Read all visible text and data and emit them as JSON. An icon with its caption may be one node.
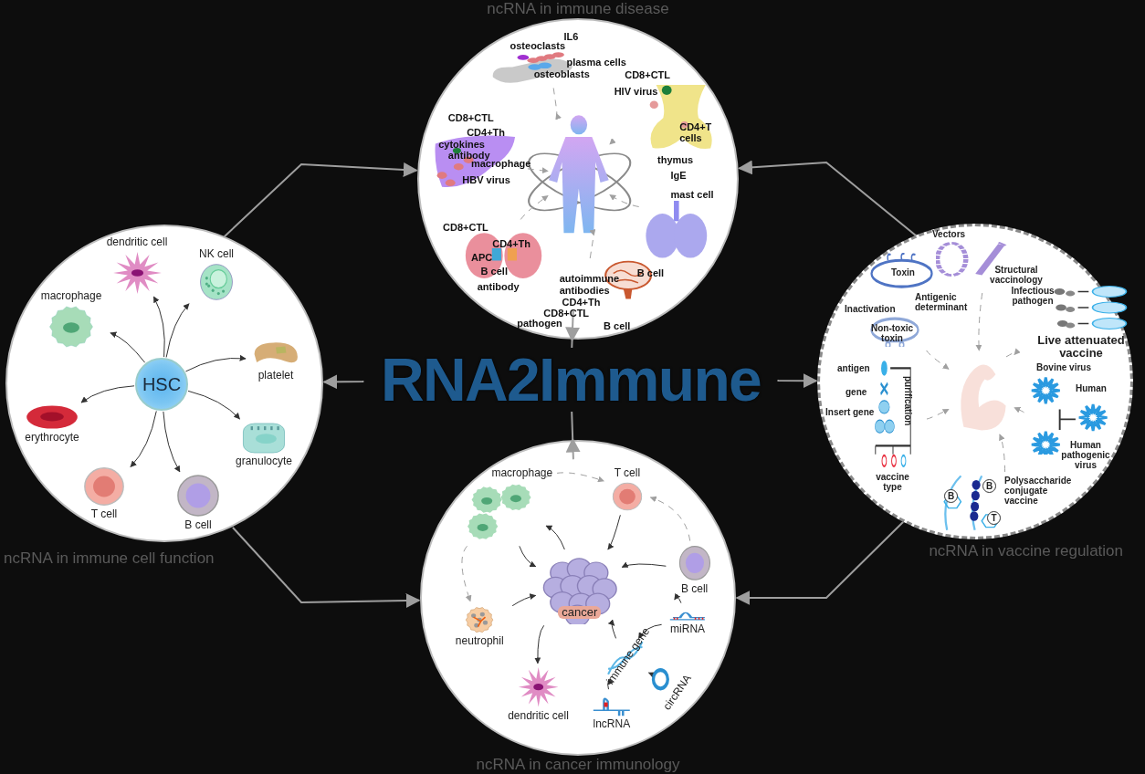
{
  "diagram": {
    "nodes": [
      {
        "text": [
          "RNA2Immune"
        ]
      },
      {
        "text": [
          "ncRNA in immune disease"
        ]
      },
      {
        "text": [
          "ncRNA in immune cell function"
        ]
      },
      {
        "text": [
          "ncRNA in vaccine regulation"
        ]
      },
      {
        "text": [
          "ncRNA in cancer immunology"
        ]
      },
      {
        "text": [
          "HSC"
        ],
        "in": 2
      },
      {
        "text": [
          "dendritic cell"
        ],
        "in": 2
      },
      {
        "text": [
          "NK cell"
        ],
        "in": 2
      },
      {
        "text": [
          "macrophage"
        ],
        "in": 2
      },
      {
        "text": [
          "platelet"
        ],
        "in": 2
      },
      {
        "text": [
          "erythrocyte"
        ],
        "in": 2
      },
      {
        "text": [
          "granulocyte"
        ],
        "in": 2
      },
      {
        "text": [
          "T cell"
        ],
        "in": 2
      },
      {
        "text": [
          "B cell"
        ],
        "in": 2
      },
      {
        "text": [],
        "shape": "picture",
        "in": 1
      },
      {
        "text": [
          "IL6",
          "osteoclasts",
          "plasma cells",
          "osteoblasts"
        ],
        "in": 1
      },
      {
        "text": [
          "CD8+CTL",
          "HIV virus",
          "CD4+T cells",
          "thymus"
        ],
        "in": 1
      },
      {
        "text": [
          "CD8+CTL",
          "CD4+Th",
          "cytokines",
          "antibody",
          "macrophage",
          "HBV virus"
        ],
        "in": 1
      },
      {
        "text": [
          "IgE",
          "mast cell"
        ],
        "in": 1
      },
      {
        "text": [
          "CD8+CTL",
          "CD4+Th",
          "APC",
          "B cell",
          "antibody"
        ],
        "in": 1
      },
      {
        "text": [
          "B cell",
          "autoimmune antibodies",
          "CD4+Th",
          "CD8+CTL",
          "pathogen",
          "B cell"
        ],
        "in": 1
      },
      {
        "text": [],
        "shape": "picture",
        "in": 3
      },
      {
        "text": [
          "Toxin",
          "Antigenic determinant",
          "Inactivation",
          "Non-toxic toxin"
        ],
        "in": 3
      },
      {
        "text": [
          "Vectors",
          "Structural vaccinology"
        ],
        "in": 3
      },
      {
        "text": [
          "Infectious pathogen",
          "Live attenuated vaccine"
        ],
        "in": 3
      },
      {
        "text": [
          "antigen",
          "gene",
          "Insert gene",
          "purification",
          "vaccine type"
        ],
        "in": 3
      },
      {
        "text": [
          "Bovine virus",
          "Human",
          "Human pathogenic virus"
        ],
        "in": 3
      },
      {
        "text": [
          "B",
          "B",
          "T",
          "Polysaccharide conjugate vaccine"
        ],
        "in": 3
      },
      {
        "text": [
          "cancer"
        ],
        "in": 4
      },
      {
        "text": [
          "macrophage"
        ],
        "in": 4
      },
      {
        "text": [
          "T cell"
        ],
        "in": 4
      },
      {
        "text": [
          "B cell"
        ],
        "in": 4
      },
      {
        "text": [
          "neutrophil"
        ],
        "in": 4
      },
      {
        "text": [
          "dendritic cell"
        ],
        "in": 4
      },
      {
        "text": [
          "miRNA"
        ],
        "in": 4
      },
      {
        "text": [
          "immune gene"
        ],
        "in": 4
      },
      {
        "text": [
          "lncRNA"
        ],
        "in": 4
      },
      {
        "text": [
          "circRNA"
        ],
        "in": 4
      }
    ],
    "edges": [
      {
        "from": 0,
        "to": 1,
        "arrow": "to",
        "color": "#9e9e9e"
      },
      {
        "from": 0,
        "to": 4,
        "arrow": "to",
        "color": "#9e9e9e"
      },
      {
        "from": 0,
        "to": 2,
        "arrow": "to",
        "color": "#9e9e9e"
      },
      {
        "from": 0,
        "to": 3,
        "arrow": "to",
        "color": "#9e9e9e"
      },
      {
        "from": 2,
        "to": 1,
        "arrow": "to",
        "color": "#9e9e9e"
      },
      {
        "from": 2,
        "to": 4,
        "arrow": "to",
        "color": "#9e9e9e"
      },
      {
        "from": 3,
        "to": 1,
        "arrow": "to",
        "color": "#9e9e9e"
      },
      {
        "from": 3,
        "to": 4,
        "arrow": "to",
        "color": "#9e9e9e"
      },
      {
        "from": 5,
        "to": 6,
        "arrow": "to"
      },
      {
        "from": 5,
        "to": 7,
        "arrow": "to"
      },
      {
        "from": 5,
        "to": 8,
        "arrow": "to"
      },
      {
        "from": 5,
        "to": 9,
        "arrow": "to"
      },
      {
        "from": 5,
        "to": 10,
        "arrow": "to"
      },
      {
        "from": 5,
        "to": 11,
        "arrow": "to"
      },
      {
        "from": 5,
        "to": 12,
        "arrow": "to"
      },
      {
        "from": 5,
        "to": 13,
        "arrow": "to"
      },
      {
        "from": 15,
        "to": 14,
        "arrow": "to",
        "style": "dashed",
        "color": "#a0a0a0"
      },
      {
        "from": 16,
        "to": 14,
        "arrow": "to",
        "style": "dashed",
        "color": "#a0a0a0"
      },
      {
        "from": 17,
        "to": 14,
        "arrow": "to",
        "style": "dashed",
        "color": "#a0a0a0"
      },
      {
        "from": 18,
        "to": 14,
        "arrow": "to",
        "style": "dashed",
        "color": "#a0a0a0"
      },
      {
        "from": 19,
        "to": 14,
        "arrow": "to",
        "style": "dashed",
        "color": "#a0a0a0"
      },
      {
        "from": 20,
        "to": 14,
        "arrow": "to",
        "style": "dashed",
        "color": "#a0a0a0"
      },
      {
        "from": 22,
        "to": 21,
        "arrow": "to",
        "style": "dashed",
        "color": "#a0a0a0"
      },
      {
        "from": 23,
        "to": 21,
        "arrow": "to",
        "style": "dashed",
        "color": "#a0a0a0"
      },
      {
        "from": 24,
        "to": 21,
        "arrow": "to",
        "style": "dashed",
        "color": "#a0a0a0"
      },
      {
        "from": 25,
        "to": 21,
        "arrow": "to",
        "style": "dashed",
        "color": "#a0a0a0"
      },
      {
        "from": 26,
        "to": 21,
        "arrow": "to",
        "style": "dashed",
        "color": "#a0a0a0"
      },
      {
        "from": 27,
        "to": 21,
        "arrow": "to",
        "style": "dashed",
        "color": "#a0a0a0"
      },
      {
        "from": 29,
        "to": 30,
        "arrow": "to",
        "style": "dashed",
        "color": "#a0a0a0"
      },
      {
        "from": 29,
        "to": 32,
        "arrow": "to",
        "style": "dashed",
        "color": "#a0a0a0"
      },
      {
        "from": 31,
        "to": 30,
        "arrow": "to",
        "style": "dashed",
        "color": "#a0a0a0"
      },
      {
        "from": 30,
        "to": 28,
        "arrow": "to"
      },
      {
        "from": 28,
        "to": 29,
        "arrow": "to"
      },
      {
        "from": 29,
        "to": 28,
        "arrow": "to"
      },
      {
        "from": 32,
        "to": 28,
        "arrow": "to"
      },
      {
        "from": 28,
        "to": 33,
        "arrow": "to"
      },
      {
        "from": 31,
        "to": 28,
        "arrow": "to"
      },
      {
        "from": 34,
        "to": 31,
        "arrow": "to"
      },
      {
        "from": 34,
        "to": 35,
        "arrow": "to"
      },
      {
        "from": 36,
        "to": 35,
        "arrow": "to"
      },
      {
        "from": 37,
        "to": 35,
        "arrow": "to"
      },
      {
        "from": 35,
        "to": 28,
        "arrow": "to"
      }
    ]
  }
}
